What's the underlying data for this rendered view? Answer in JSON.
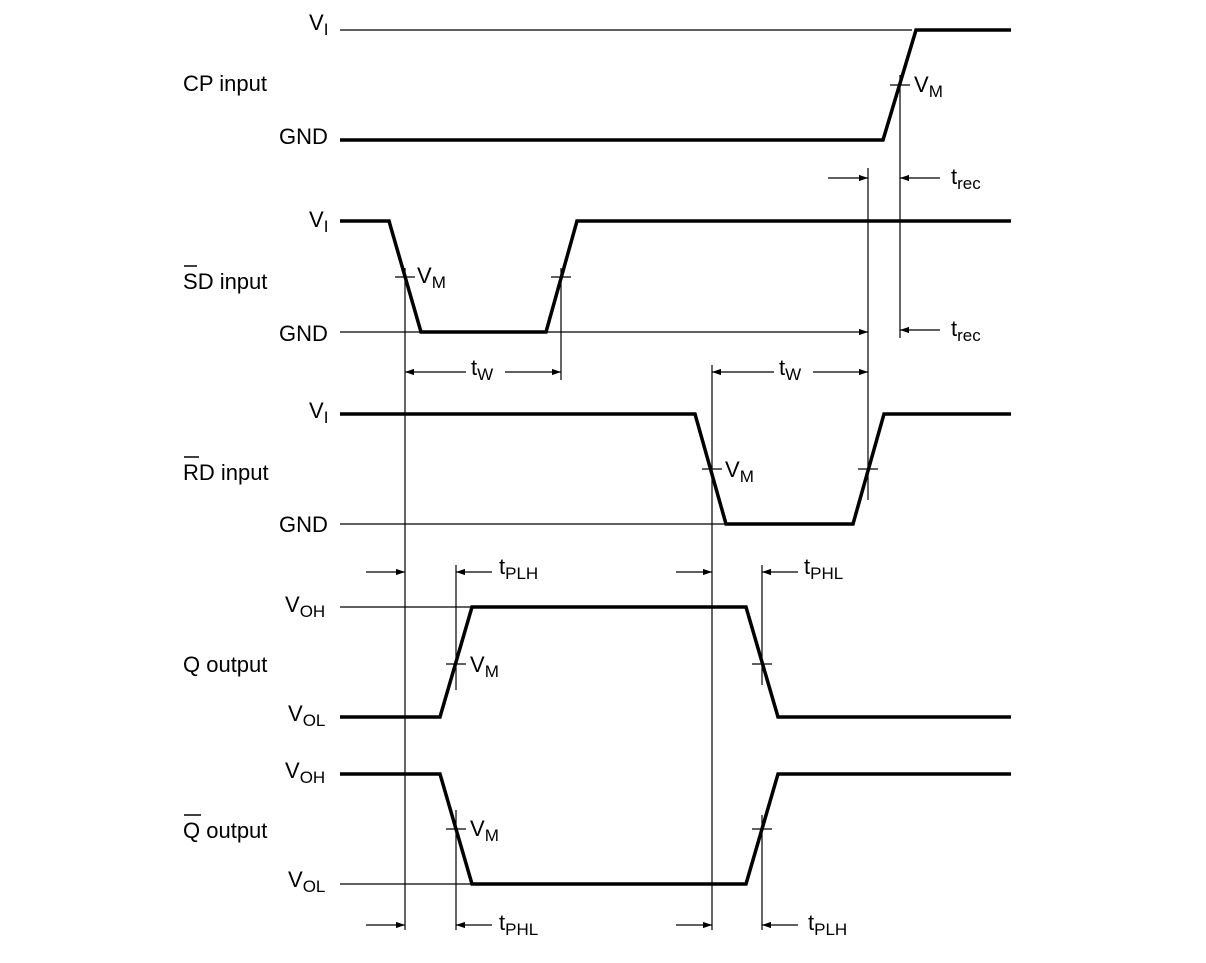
{
  "signals": [
    {
      "id": "cp",
      "name": "CP input",
      "overline": "",
      "rest": "CP input",
      "high": {
        "main": "V",
        "sub": "I"
      },
      "low": {
        "main": "GND",
        "sub": ""
      }
    },
    {
      "id": "sd",
      "name": "SD input",
      "overline": "S",
      "rest": "D input",
      "high": {
        "main": "V",
        "sub": "I"
      },
      "low": {
        "main": "GND",
        "sub": ""
      }
    },
    {
      "id": "rd",
      "name": "RD input",
      "overline": "R",
      "rest": "D input",
      "high": {
        "main": "V",
        "sub": "I"
      },
      "low": {
        "main": "GND",
        "sub": ""
      }
    },
    {
      "id": "q",
      "name": "Q output",
      "overline": "",
      "rest": "Q output",
      "high": {
        "main": "V",
        "sub": "OH"
      },
      "low": {
        "main": "V",
        "sub": "OL"
      }
    },
    {
      "id": "qn",
      "name": "Q output",
      "overline": "Q",
      "rest": " output",
      "high": {
        "main": "V",
        "sub": "OH"
      },
      "low": {
        "main": "V",
        "sub": "OL"
      }
    }
  ],
  "measure_label": {
    "main": "V",
    "sub": "M"
  },
  "timing_labels": {
    "trec": {
      "main": "t",
      "sub": "rec"
    },
    "tw": {
      "main": "t",
      "sub": "W"
    },
    "tplh": {
      "main": "t",
      "sub": "PLH"
    },
    "tphl": {
      "main": "t",
      "sub": "PHL"
    }
  }
}
